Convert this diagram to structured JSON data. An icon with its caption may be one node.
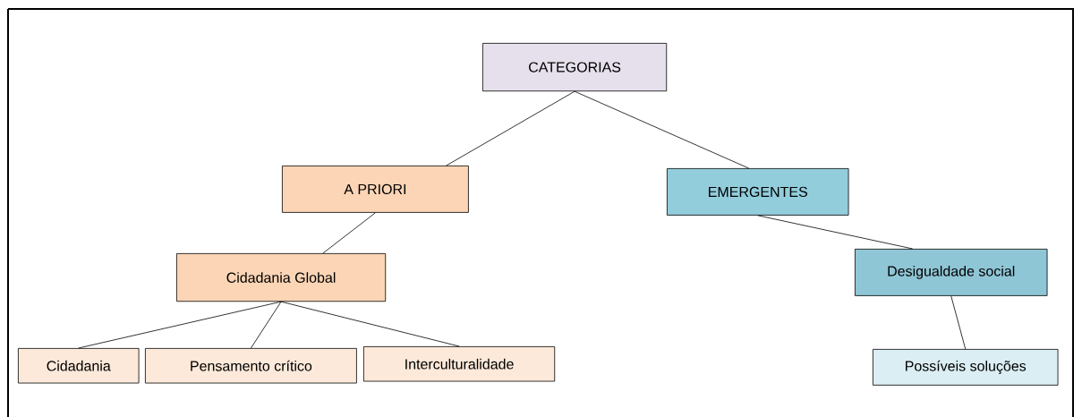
{
  "diagram": {
    "nodes": [
      {
        "text": [
          "CATEGORIAS"
        ]
      },
      {
        "text": [
          "A PRIORI"
        ]
      },
      {
        "text": [
          "EMERGENTES"
        ]
      },
      {
        "text": [
          "Cidadania Global"
        ]
      },
      {
        "text": [
          "Desigualdade social"
        ]
      },
      {
        "text": [
          "Cidadania"
        ]
      },
      {
        "text": [
          "Pensamento crítico"
        ]
      },
      {
        "text": [
          "Interculturalidade"
        ]
      },
      {
        "text": [
          "Possíveis soluções"
        ]
      }
    ],
    "edges": [
      {
        "from": 0,
        "to": 1,
        "arrow": "none"
      },
      {
        "from": 0,
        "to": 2,
        "arrow": "none"
      },
      {
        "from": 1,
        "to": 3,
        "arrow": "none"
      },
      {
        "from": 2,
        "to": 4,
        "arrow": "none"
      },
      {
        "from": 3,
        "to": 5,
        "arrow": "none"
      },
      {
        "from": 3,
        "to": 6,
        "arrow": "none"
      },
      {
        "from": 3,
        "to": 7,
        "arrow": "none"
      },
      {
        "from": 4,
        "to": 8,
        "arrow": "none"
      }
    ]
  }
}
